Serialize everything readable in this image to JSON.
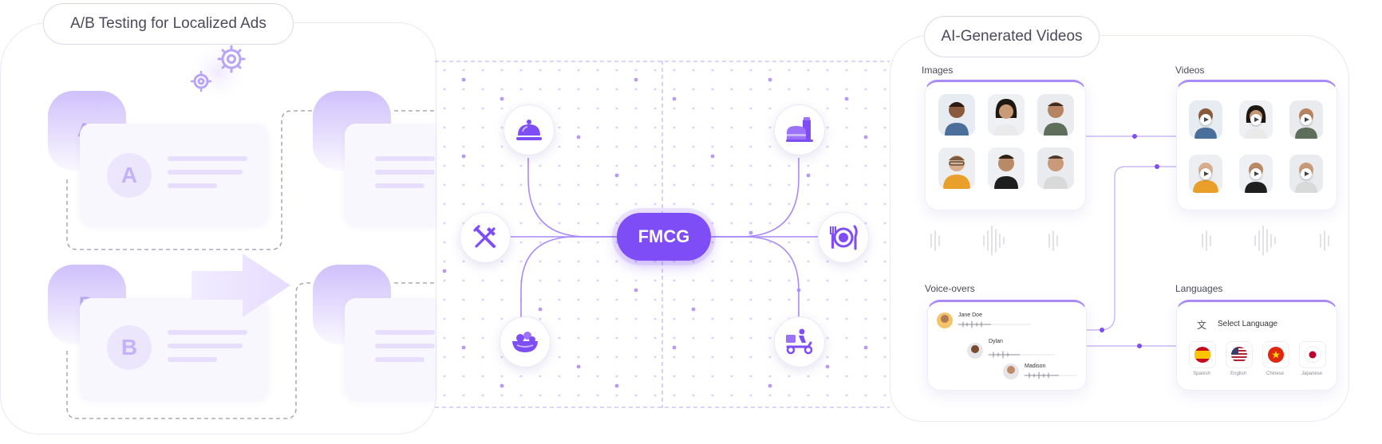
{
  "left_panel": {
    "title": "A/B Testing for Localized Ads",
    "variant_a": "A",
    "variant_b": "B"
  },
  "center": {
    "hub_label": "FMCG",
    "icons": [
      "cloche-icon",
      "cutlery-icon",
      "salad-bowl-icon",
      "groceries-icon",
      "plate-dining-icon",
      "delivery-scooter-icon"
    ]
  },
  "right_panel": {
    "title": "AI-Generated Videos",
    "images_label": "Images",
    "videos_label": "Videos",
    "voiceovers_label": "Voice-overs",
    "languages_label": "Languages",
    "voices": [
      "Jane Doe",
      "Dylan",
      "Madison"
    ],
    "select_language": "Select Language",
    "languages": [
      "Spanish",
      "English",
      "Chinese",
      "Japanese"
    ]
  },
  "colors": {
    "accent": "#7f4df6",
    "soft_purple": "#cfc0fb",
    "line": "#a98af7"
  }
}
